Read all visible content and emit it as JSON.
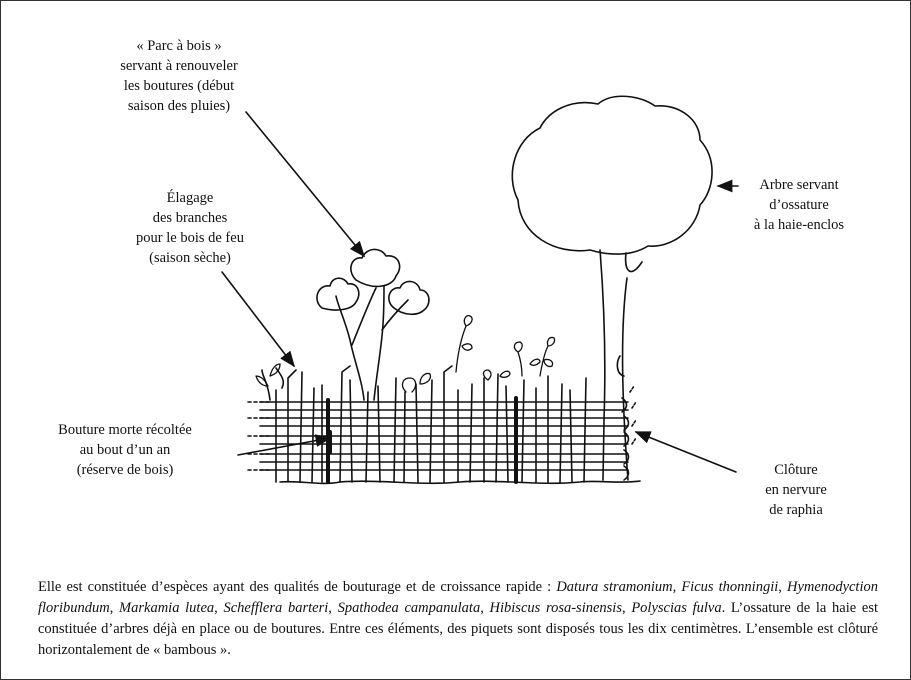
{
  "labels": {
    "parc": "« Parc à bois »\nservant à renouveler\nles boutures (début\nsaison des pluies)",
    "elagage": "Élagage\ndes branches\npour le bois de feu\n(saison sèche)",
    "arbre": "Arbre servant\nd’ossature\nà la haie-enclos",
    "bouture": "Bouture morte récoltée\nau bout d’un an\n(réserve de bois)",
    "cloture": "Clôture\nen nervure\nde raphia"
  },
  "caption": {
    "t1": "Elle est constituée d’espèces ayant des qualités de bouturage et de croissance rapide : ",
    "s1": "Datura stramonium",
    "t2": ", ",
    "s2": "Ficus thonningii",
    "t3": ", ",
    "s3": "Hymenodyction floribundum",
    "t4": ", ",
    "s4": "Markamia lutea",
    "t5": ", ",
    "s5": "Schefflera barteri",
    "t6": ", ",
    "s6": "Spathodea campanulata",
    "t7": ", ",
    "s7": "Hibiscus rosa-sinensis",
    "t8": ", ",
    "s8": "Polyscias fulva",
    "t9": ". L’ossature de la haie est constituée d’arbres déjà en place ou de boutures. Entre ces éléments, des piquets sont disposés tous les dix centimètres. L’ensemble est clôturé horizontalement de « bambous »."
  }
}
